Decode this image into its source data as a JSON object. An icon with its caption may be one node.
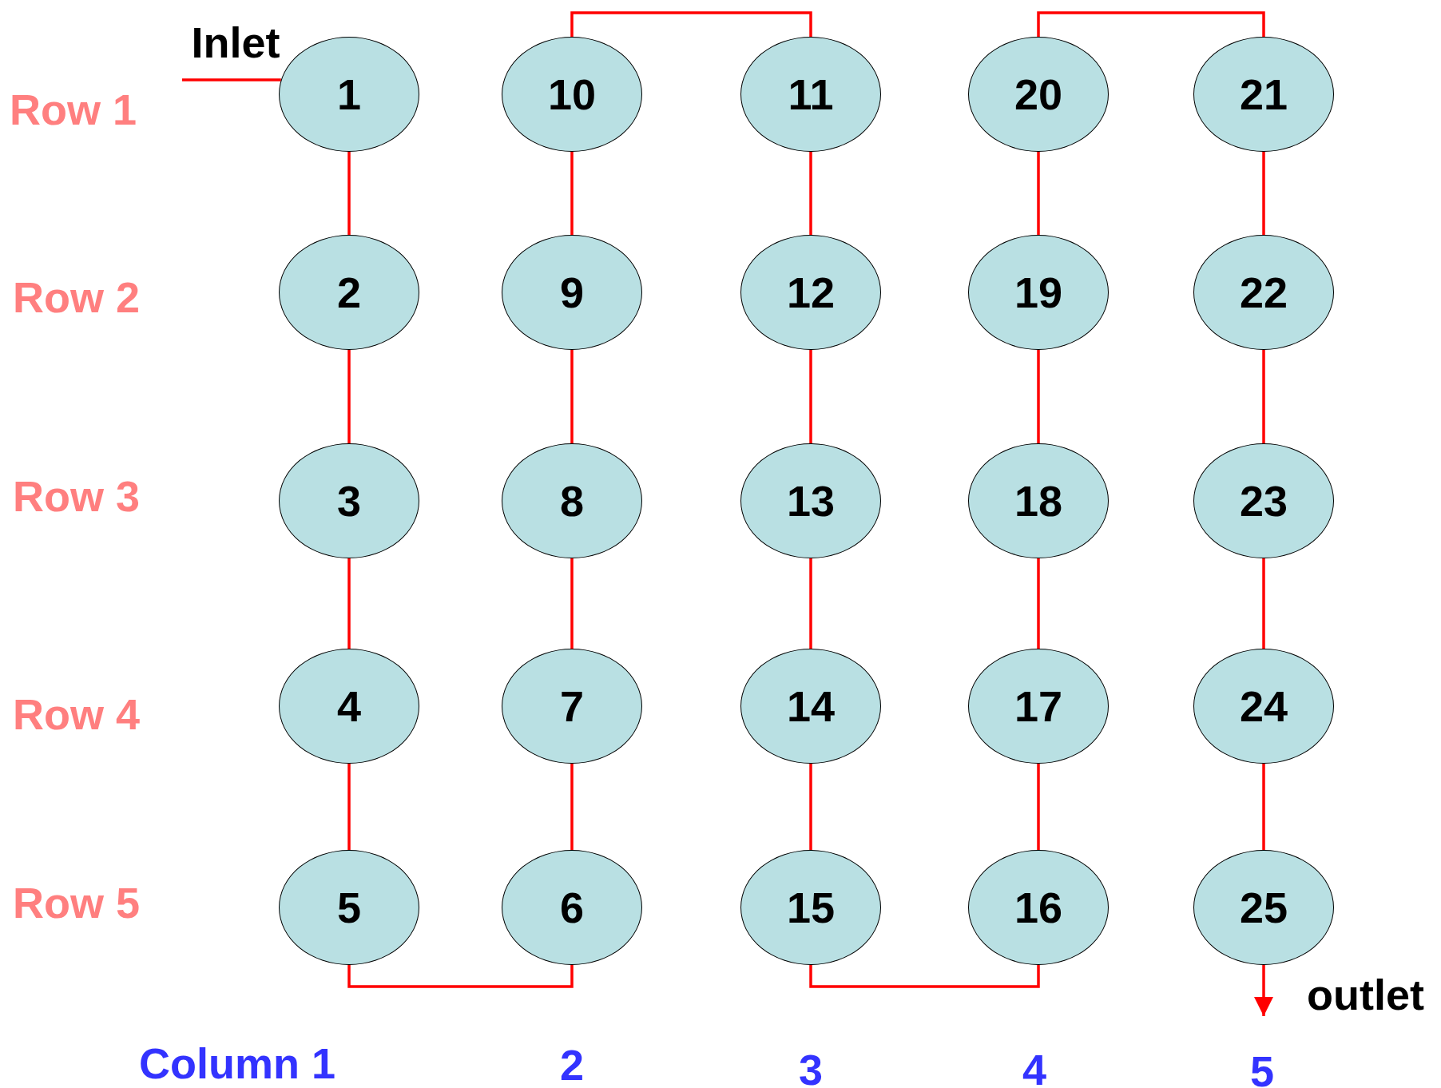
{
  "diagram": {
    "nodes": [
      {
        "text": [
          "Inlet"
        ]
      },
      {
        "text": [
          "1"
        ]
      },
      {
        "text": [
          "2"
        ]
      },
      {
        "text": [
          "3"
        ]
      },
      {
        "text": [
          "4"
        ]
      },
      {
        "text": [
          "5"
        ]
      },
      {
        "text": [
          "6"
        ]
      },
      {
        "text": [
          "7"
        ]
      },
      {
        "text": [
          "8"
        ]
      },
      {
        "text": [
          "9"
        ]
      },
      {
        "text": [
          "10"
        ]
      },
      {
        "text": [
          "11"
        ]
      },
      {
        "text": [
          "12"
        ]
      },
      {
        "text": [
          "13"
        ]
      },
      {
        "text": [
          "14"
        ]
      },
      {
        "text": [
          "15"
        ]
      },
      {
        "text": [
          "16"
        ]
      },
      {
        "text": [
          "17"
        ]
      },
      {
        "text": [
          "18"
        ]
      },
      {
        "text": [
          "19"
        ]
      },
      {
        "text": [
          "20"
        ]
      },
      {
        "text": [
          "21"
        ]
      },
      {
        "text": [
          "22"
        ]
      },
      {
        "text": [
          "23"
        ]
      },
      {
        "text": [
          "24"
        ]
      },
      {
        "text": [
          "25"
        ]
      }
    ],
    "edges": [
      {
        "from": 0,
        "to": 1,
        "arrow": "none",
        "color": "#ff0000"
      },
      {
        "from": 1,
        "to": 2,
        "arrow": "none",
        "color": "#ff0000"
      },
      {
        "from": 2,
        "to": 3,
        "arrow": "none",
        "color": "#ff0000"
      },
      {
        "from": 3,
        "to": 4,
        "arrow": "none",
        "color": "#ff0000"
      },
      {
        "from": 4,
        "to": 5,
        "arrow": "none",
        "color": "#ff0000"
      },
      {
        "from": 5,
        "to": 6,
        "arrow": "none",
        "color": "#ff0000"
      },
      {
        "from": 6,
        "to": 7,
        "arrow": "none",
        "color": "#ff0000"
      },
      {
        "from": 7,
        "to": 8,
        "arrow": "none",
        "color": "#ff0000"
      },
      {
        "from": 8,
        "to": 9,
        "arrow": "none",
        "color": "#ff0000"
      },
      {
        "from": 9,
        "to": 10,
        "arrow": "none",
        "color": "#ff0000"
      },
      {
        "from": 10,
        "to": 11,
        "arrow": "none",
        "color": "#ff0000"
      },
      {
        "from": 11,
        "to": 12,
        "arrow": "none",
        "color": "#ff0000"
      },
      {
        "from": 12,
        "to": 13,
        "arrow": "none",
        "color": "#ff0000"
      },
      {
        "from": 13,
        "to": 14,
        "arrow": "none",
        "color": "#ff0000"
      },
      {
        "from": 14,
        "to": 15,
        "arrow": "none",
        "color": "#ff0000"
      },
      {
        "from": 15,
        "to": 16,
        "arrow": "none",
        "color": "#ff0000"
      },
      {
        "from": 16,
        "to": 17,
        "arrow": "none",
        "color": "#ff0000"
      },
      {
        "from": 17,
        "to": 18,
        "arrow": "none",
        "color": "#ff0000"
      },
      {
        "from": 18,
        "to": 19,
        "arrow": "none",
        "color": "#ff0000"
      },
      {
        "from": 19,
        "to": 20,
        "arrow": "none",
        "color": "#ff0000"
      },
      {
        "from": 20,
        "to": 21,
        "arrow": "none",
        "color": "#ff0000"
      },
      {
        "from": 21,
        "to": 22,
        "arrow": "none",
        "color": "#ff0000"
      },
      {
        "from": 22,
        "to": 23,
        "arrow": "none",
        "color": "#ff0000"
      },
      {
        "from": 23,
        "to": 24,
        "arrow": "none",
        "color": "#ff0000"
      },
      {
        "from": 24,
        "to": 25,
        "arrow": "none",
        "color": "#ff0000"
      },
      {
        "from": 25,
        "to": null,
        "arrow": "to",
        "color": "#ff0000"
      }
    ],
    "labels": [
      "Row 1",
      "Row 2",
      "Row 3",
      "Row 4",
      "Row 5",
      "outlet",
      "Column 1",
      "2",
      "3",
      "4",
      "5"
    ]
  }
}
